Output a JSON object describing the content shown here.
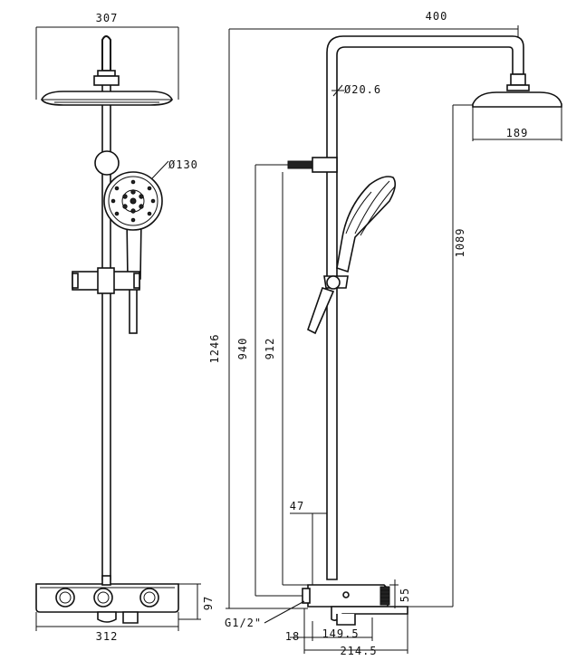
{
  "drawing": {
    "dimensions": {
      "top_width": "307",
      "head_diameter": "Ø130",
      "base_width": "312",
      "base_height": "97",
      "arm_reach": "400",
      "pipe_diameter": "Ø20.6",
      "head_width": "189",
      "head_height": "1089",
      "total_height": "1246",
      "slider_height": "940",
      "hand_height": "912",
      "inlet_offset": "47",
      "mixer_height": "55",
      "thread": "G1/2\"",
      "wall_gap": "18",
      "spout_projection": "149.5",
      "total_projection": "214.5"
    }
  }
}
